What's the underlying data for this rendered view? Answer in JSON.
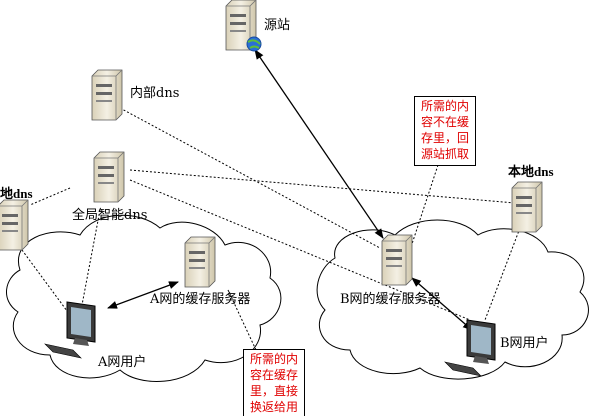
{
  "labels": {
    "origin": "源站",
    "internal_dns": "内部dns",
    "global_dns": "全局智能dns",
    "local_dns_left": "地dns",
    "local_dns_right": "本地dns",
    "cache_a": "A网的缓存服务器",
    "cache_b": "B网的缓存服务器",
    "user_a": "A网用户",
    "user_b": "B网用户"
  },
  "notes": {
    "fetch_origin": [
      "所需的内",
      "容不在缓",
      "存里，回",
      "源站抓取"
    ],
    "return_direct": [
      "所需的内",
      "容在缓存",
      "里，直接",
      "换返给用"
    ]
  },
  "colors": {
    "note_text": "#e00000",
    "line": "#000000",
    "server_body": "#ece6d4",
    "globe": "#2a6fd6"
  }
}
